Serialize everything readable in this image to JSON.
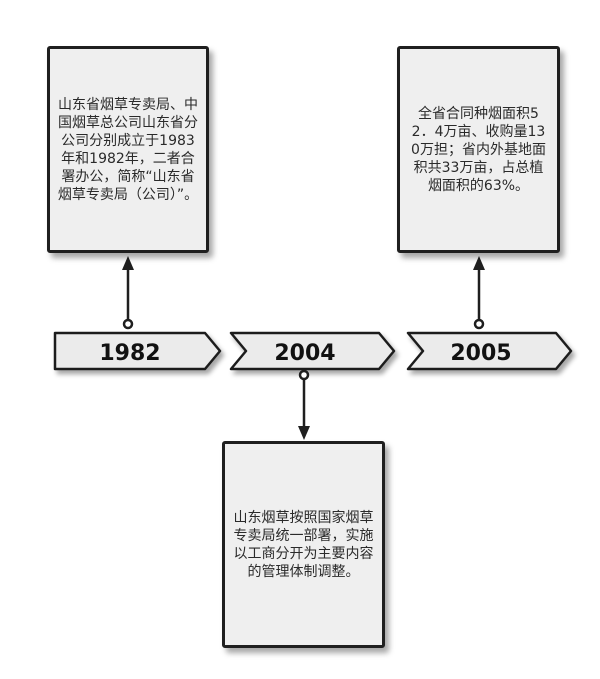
{
  "timeline": {
    "events": [
      {
        "year": "1982",
        "text": "山东省烟草专卖局、中国烟草总公司山东省分公司分别成立于1983年和1982年，二者合署办公，简称“山东省烟草专卖局（公司）”。"
      },
      {
        "year": "2004",
        "text": "山东烟草按照国家烟草专卖局统一部署，实施以工商分开为主要内容的管理体制调整。"
      },
      {
        "year": "2005",
        "text": "全省合同种烟面积52．4万亩、收购量130万担；省内外基地面积共33万亩，占总植烟面积的63%。"
      }
    ]
  },
  "colors": {
    "card_fill": "#efefef",
    "band_fill": "#ebebeb",
    "stroke": "#1f1f1f"
  }
}
